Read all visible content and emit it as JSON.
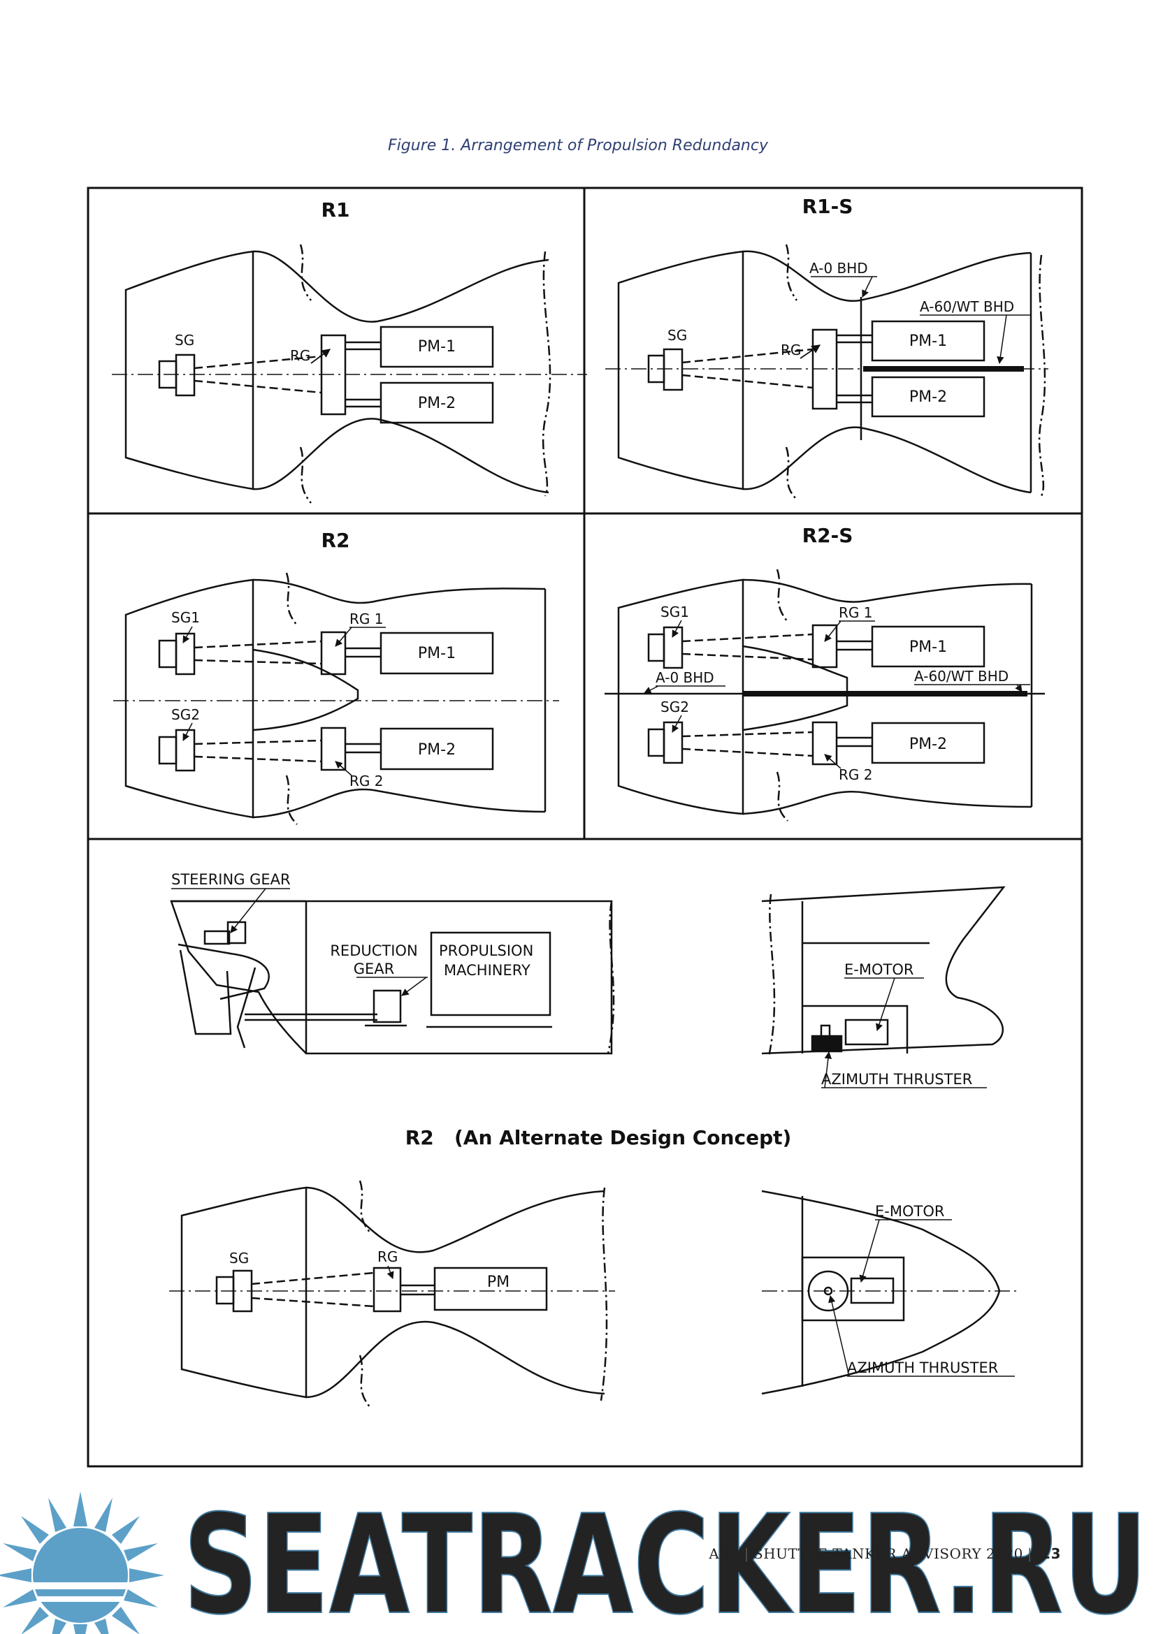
{
  "caption": "Figure 1. Arrangement of Propulsion Redundancy",
  "panels": {
    "r1": {
      "title": "R1",
      "sg": "SG",
      "rg": "RG",
      "pm1": "PM-1",
      "pm2": "PM-2"
    },
    "r1s": {
      "title": "R1-S",
      "sg": "SG",
      "rg": "RG",
      "pm1": "PM-1",
      "pm2": "PM-2",
      "a0": "A-0 BHD",
      "a60": "A-60/WT BHD"
    },
    "r2": {
      "title": "R2",
      "sg1": "SG1",
      "sg2": "SG2",
      "rg1": "RG 1",
      "rg2": "RG 2",
      "pm1": "PM-1",
      "pm2": "PM-2"
    },
    "r2s": {
      "title": "R2-S",
      "sg1": "SG1",
      "sg2": "SG2",
      "rg1": "RG 1",
      "rg2": "RG 2",
      "pm1": "PM-1",
      "pm2": "PM-2",
      "a0": "A-0 BHD",
      "a60": "A-60/WT BHD"
    },
    "alt": {
      "steering": "STEERING GEAR",
      "reduction1": "REDUCTION",
      "reduction2": "GEAR",
      "propulsion1": "PROPULSION",
      "propulsion2": "MACHINERY",
      "emotor": "E-MOTOR",
      "azimuth": "AZIMUTH THRUSTER",
      "title": "R2   (An Alternate Design Concept)",
      "sg": "SG",
      "rg": "RG",
      "pm": "PM",
      "emotor2": "E-MOTOR",
      "azimuth2": "AZIMUTH THRUSTER"
    }
  },
  "footer": {
    "brand": "ABS",
    "doc": "SHUTTLE TANKER ADVISORY 2020",
    "page": "23"
  },
  "watermark": {
    "text": "SEATRACKER.RU",
    "color": "#4f98c4"
  }
}
